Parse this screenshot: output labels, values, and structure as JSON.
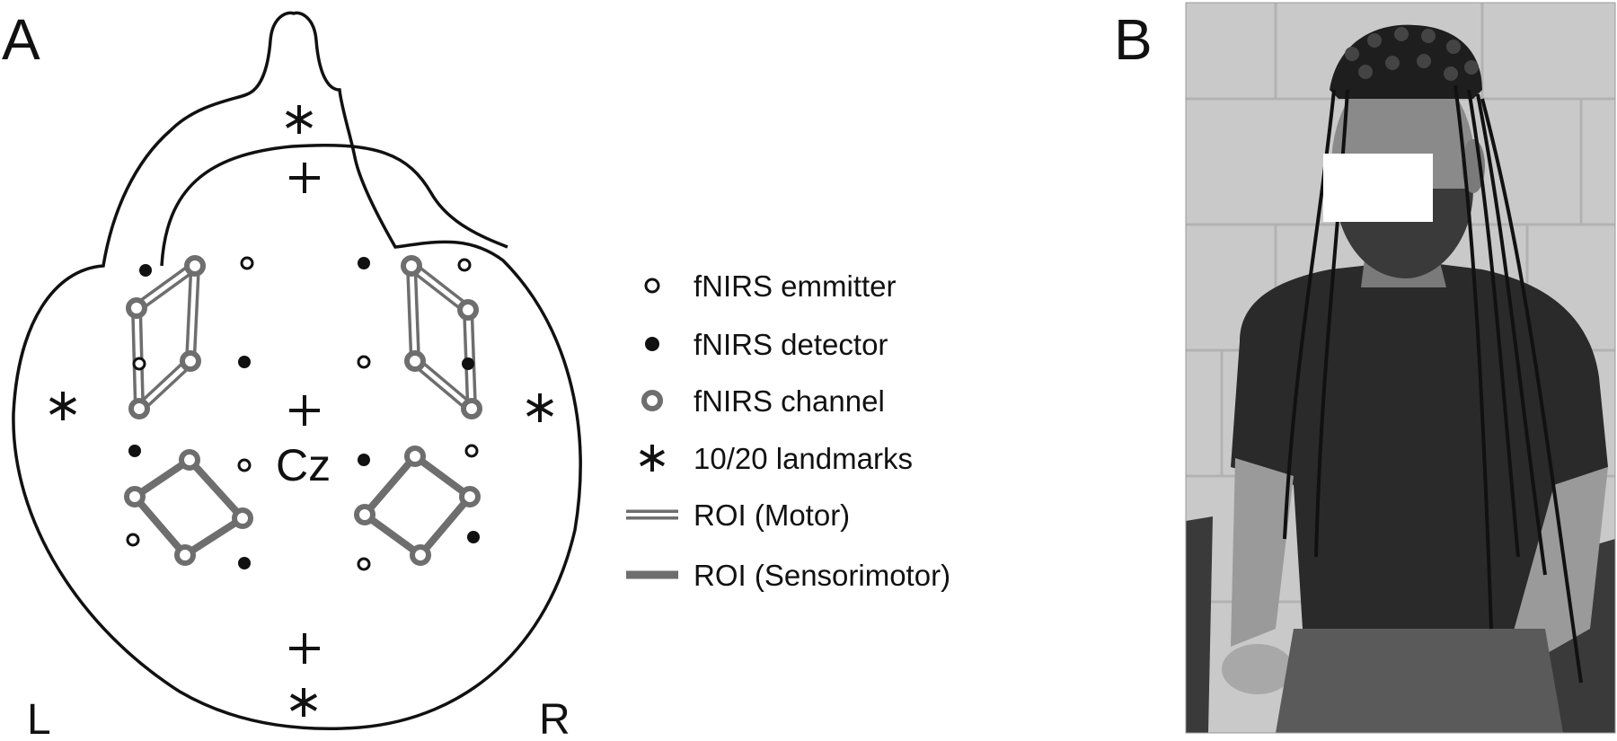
{
  "panel_a": {
    "label": "A",
    "center_label": "Cz",
    "left_label": "L",
    "right_label": "R"
  },
  "legend": {
    "items": [
      {
        "symbol": "emitter",
        "text": "fNIRS emmitter"
      },
      {
        "symbol": "detector",
        "text": "fNIRS detector"
      },
      {
        "symbol": "channel",
        "text": "fNIRS channel"
      },
      {
        "symbol": "landmark",
        "text": "10/20 landmarks"
      },
      {
        "symbol": "roi-motor",
        "text": "ROI (Motor)"
      },
      {
        "symbol": "roi-sensorimotor",
        "text": "ROI (Sensorimotor)"
      }
    ]
  },
  "panel_b": {
    "label": "B"
  },
  "colors": {
    "line": "#111111",
    "roi_gray": "#6e6e6e",
    "photo_wall": "#c9c9c9",
    "photo_shirt": "#2a2a2a"
  }
}
